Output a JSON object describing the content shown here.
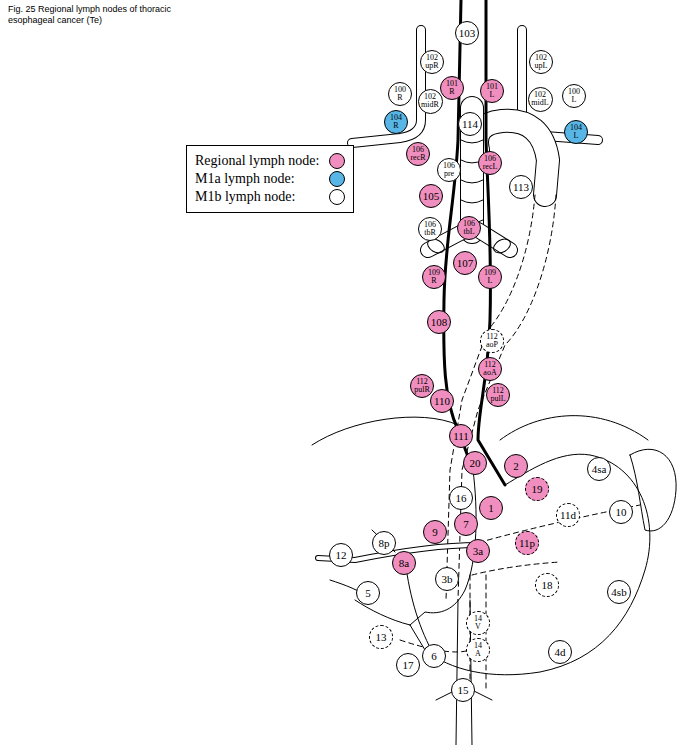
{
  "diagram": {
    "caption": "Fig. 25 Regional lymph nodes of thoracic esophageal cancer (Te)",
    "nodes": [
      {
        "text": [
          "102 upR"
        ]
      },
      {
        "text": [
          "103"
        ]
      },
      {
        "text": [
          "102 upL"
        ]
      },
      {
        "text": [
          "100 R"
        ]
      },
      {
        "text": [
          "102 midR"
        ]
      },
      {
        "text": [
          "101 R"
        ]
      },
      {
        "text": [
          "101 L"
        ]
      },
      {
        "text": [
          "102 midL"
        ]
      },
      {
        "text": [
          "100 L"
        ]
      },
      {
        "text": [
          "104 R"
        ]
      },
      {
        "text": [
          "114"
        ]
      },
      {
        "text": [
          "104 L"
        ]
      },
      {
        "text": [
          "106 recR"
        ]
      },
      {
        "text": [
          "106 recL"
        ]
      },
      {
        "text": [
          "106 pre"
        ]
      },
      {
        "text": [
          "105"
        ]
      },
      {
        "text": [
          "113"
        ]
      },
      {
        "text": [
          "106 tbR"
        ]
      },
      {
        "text": [
          "106 tbL"
        ]
      },
      {
        "text": [
          "107"
        ]
      },
      {
        "text": [
          "109 R"
        ]
      },
      {
        "text": [
          "109 L"
        ]
      },
      {
        "text": [
          "108"
        ]
      },
      {
        "text": [
          "112 aoP"
        ]
      },
      {
        "text": [
          "112 aoA"
        ]
      },
      {
        "text": [
          "112 pulR"
        ]
      },
      {
        "text": [
          "112 pulL"
        ]
      },
      {
        "text": [
          "110"
        ]
      },
      {
        "text": [
          "111"
        ]
      },
      {
        "text": [
          "20"
        ]
      },
      {
        "text": [
          "2"
        ]
      },
      {
        "text": [
          "4sa"
        ]
      },
      {
        "text": [
          "19"
        ]
      },
      {
        "text": [
          "16"
        ]
      },
      {
        "text": [
          "1"
        ]
      },
      {
        "text": [
          "10"
        ]
      },
      {
        "text": [
          "11d"
        ]
      },
      {
        "text": [
          "7"
        ]
      },
      {
        "text": [
          "9"
        ]
      },
      {
        "text": [
          "11p"
        ]
      },
      {
        "text": [
          "8p"
        ]
      },
      {
        "text": [
          "3a"
        ]
      },
      {
        "text": [
          "12"
        ]
      },
      {
        "text": [
          "8a"
        ]
      },
      {
        "text": [
          "3b"
        ]
      },
      {
        "text": [
          "18"
        ]
      },
      {
        "text": [
          "4sb"
        ]
      },
      {
        "text": [
          "5"
        ]
      },
      {
        "text": [
          "14 V"
        ]
      },
      {
        "text": [
          "13"
        ]
      },
      {
        "text": [
          "14 A"
        ]
      },
      {
        "text": [
          "4d"
        ]
      },
      {
        "text": [
          "6"
        ]
      },
      {
        "text": [
          "17"
        ]
      },
      {
        "text": [
          "15"
        ]
      }
    ],
    "legend": [
      {
        "text": "Regional lymph node:",
        "color": "#f08fbf"
      },
      {
        "text": "M1a lymph node:",
        "color": "#58b6e6"
      },
      {
        "text": "M1b lymph node:",
        "color": "#ffffff"
      }
    ]
  }
}
